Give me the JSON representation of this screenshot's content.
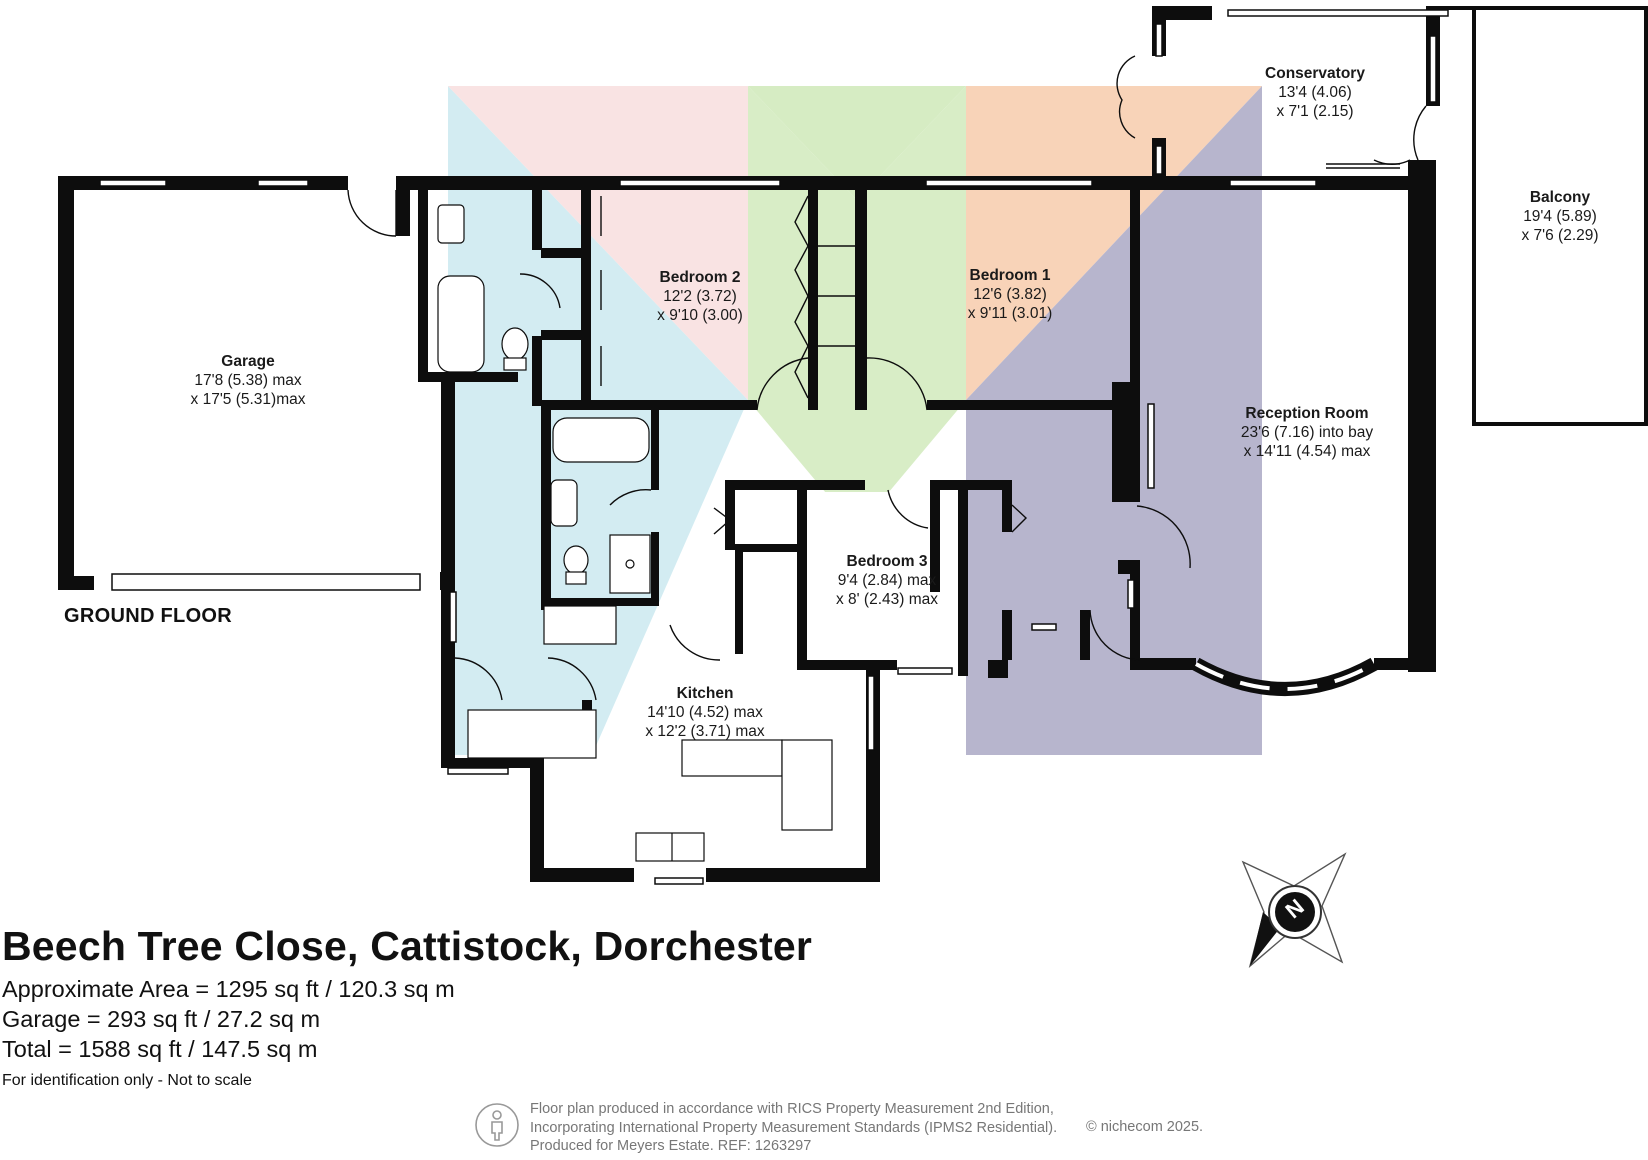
{
  "floor_label": "GROUND FLOOR",
  "rooms": {
    "conservatory": {
      "name": "Conservatory",
      "dim1": "13'4 (4.06)",
      "dim2": "x 7'1 (2.15)"
    },
    "balcony": {
      "name": "Balcony",
      "dim1": "19'4 (5.89)",
      "dim2": "x 7'6 (2.29)"
    },
    "garage": {
      "name": "Garage",
      "dim1": "17'8 (5.38) max",
      "dim2": "x 17'5 (5.31)max"
    },
    "bedroom2": {
      "name": "Bedroom 2",
      "dim1": "12'2 (3.72)",
      "dim2": "x 9'10 (3.00)"
    },
    "bedroom1": {
      "name": "Bedroom 1",
      "dim1": "12'6 (3.82)",
      "dim2": "x 9'11 (3.01)"
    },
    "reception": {
      "name": "Reception Room",
      "dim1": "23'6 (7.16) into bay",
      "dim2": "x 14'11 (4.54) max"
    },
    "bedroom3": {
      "name": "Bedroom 3",
      "dim1": "9'4 (2.84) max",
      "dim2": "x 8' (2.43) max"
    },
    "kitchen": {
      "name": "Kitchen",
      "dim1": "14'10 (4.52) max",
      "dim2": "x 12'2 (3.71) max"
    }
  },
  "title": "Beech Tree Close, Cattistock, Dorchester",
  "areas": {
    "approx": "Approximate Area = 1295 sq ft / 120.3 sq m",
    "garage": "Garage = 293 sq ft / 27.2 sq m",
    "total": "Total = 1588 sq ft / 147.5 sq m"
  },
  "identification": "For identification only - Not to scale",
  "footer": {
    "line1": "Floor plan produced in accordance with RICS Property Measurement 2nd Edition,",
    "line2": "Incorporating International Property Measurement Standards (IPMS2 Residential).",
    "line3": "Produced for Meyers Estate.   REF: 1263297",
    "copyright": "© nichecom 2025."
  },
  "compass_letter": "N",
  "colors": {
    "wall": "#0d0d0d",
    "blue": "#d3ecf2",
    "pink": "#f9e3e3",
    "green": "#d6ecc3",
    "orange": "#f8d3b8",
    "purple": "#b7b5cd"
  }
}
